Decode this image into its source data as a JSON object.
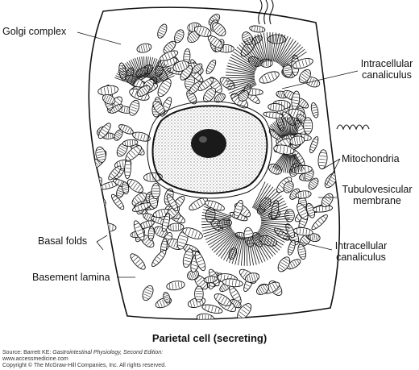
{
  "labels": {
    "golgi": "Golgi complex",
    "intracellular_top_1": "Intracellular",
    "intracellular_top_2": "canaliculus",
    "mitochondria": "Mitochondria",
    "tubulo_1": "Tubulovesicular",
    "tubulo_2": "membrane",
    "basal_folds": "Basal folds",
    "intracellular_bot_1": "Intracellular",
    "intracellular_bot_2": "canaliculus",
    "basement": "Basement lamina"
  },
  "caption": "Parietal cell (secreting)",
  "source": {
    "prefix": "Source: Barrett KE: ",
    "book": "Gastrointestinal Physiology, Second Edition:",
    "site": "www.accessmedicine.com",
    "copyright": "Copyright © The McGraw-Hill Companies, Inc. All rights reserved."
  },
  "colors": {
    "ink": "#111111",
    "paper": "#ffffff",
    "stipple": "#555555"
  }
}
